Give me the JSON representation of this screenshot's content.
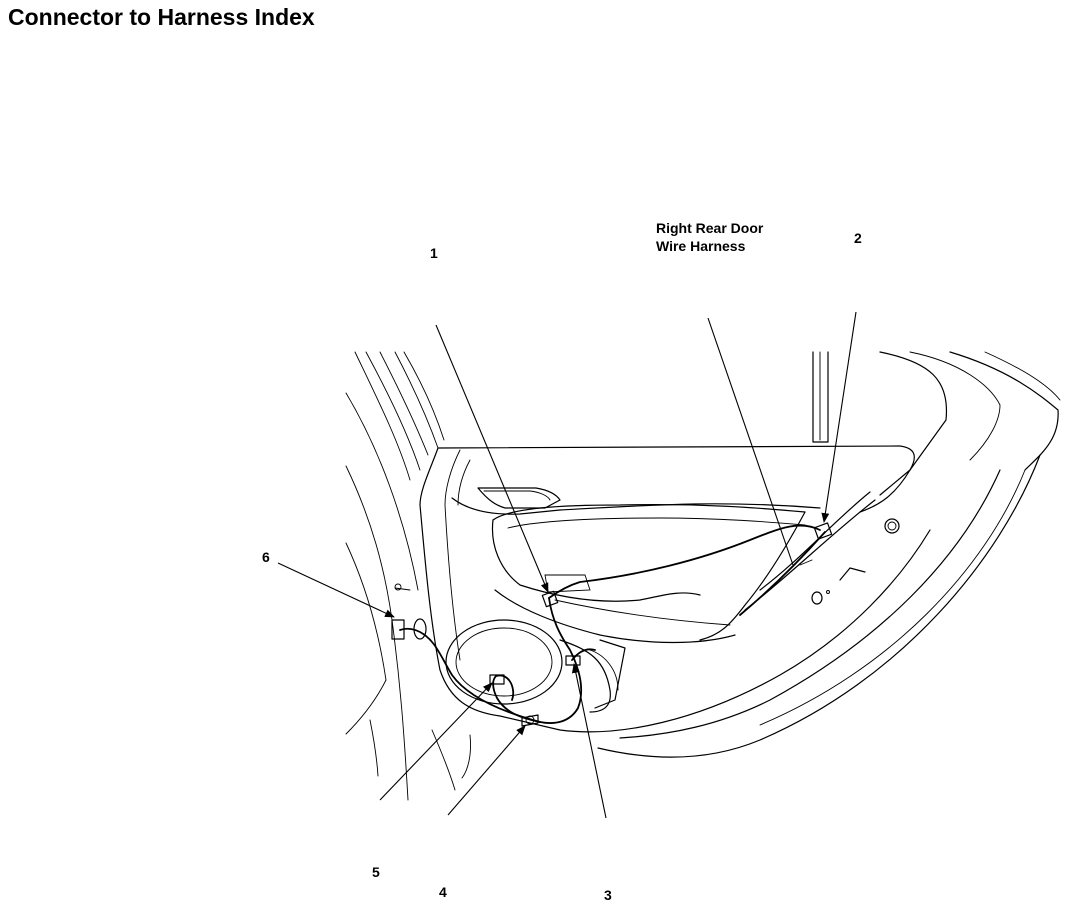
{
  "page": {
    "title": "Connector to Harness Index"
  },
  "diagram": {
    "harness_label_line1": "Right Rear Door",
    "harness_label_line2": "Wire Harness",
    "callouts": [
      "1",
      "2",
      "3",
      "4",
      "5",
      "6"
    ]
  },
  "colors": {
    "ink": "#000000",
    "background": "#ffffff"
  }
}
